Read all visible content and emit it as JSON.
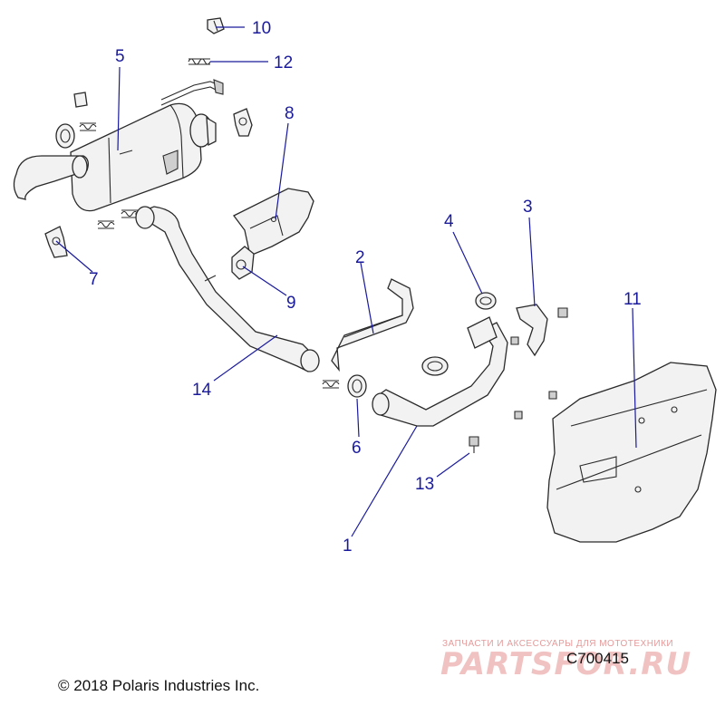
{
  "callouts": {
    "c1": "1",
    "c2": "2",
    "c3": "3",
    "c4": "4",
    "c5": "5",
    "c6": "6",
    "c7": "7",
    "c8": "8",
    "c9": "9",
    "c10": "10",
    "c11": "11",
    "c12": "12",
    "c13": "13",
    "c14": "14"
  },
  "footer": {
    "copyright": "© 2018 Polaris Industries Inc.",
    "figure_code": "C700415"
  },
  "watermark": {
    "tagline": "ЗАПЧАСТИ И АКСЕССУАРЫ ДЛЯ МОТОТЕХНИКИ",
    "brand": "PARTSFOR.RU"
  },
  "colors": {
    "callout": "#1a1a9c",
    "part_outline": "#2a2a2a",
    "watermark": "#e07070"
  }
}
